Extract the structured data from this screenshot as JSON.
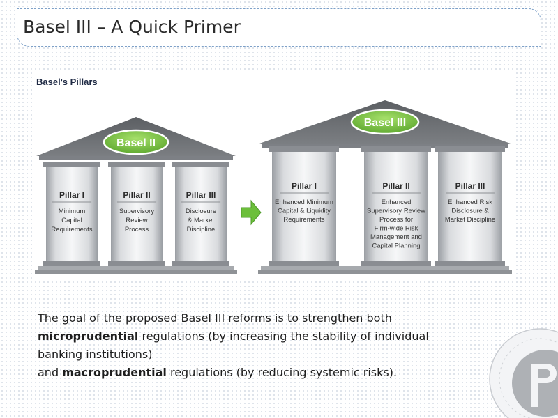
{
  "title": "Basel III – A Quick Primer",
  "diagram": {
    "heading": "Basel's Pillars",
    "left_badge": "Basel II",
    "right_badge": "Basel III",
    "left_pillars": [
      {
        "name": "Pillar I",
        "lines": [
          "Minimum",
          "Capital",
          "Requirements"
        ]
      },
      {
        "name": "Pillar II",
        "lines": [
          "Supervisory",
          "Review",
          "Process"
        ]
      },
      {
        "name": "Pillar III",
        "lines": [
          "Disclosure",
          "& Market",
          "Discipline"
        ]
      }
    ],
    "right_pillars": [
      {
        "name": "Pillar I",
        "lines": [
          "Enhanced Minimum",
          "Capital & Liquidity",
          "Requirements"
        ]
      },
      {
        "name": "Pillar II",
        "lines": [
          "Enhanced",
          "Supervisory Review",
          "Process for",
          "Firm-wide Risk",
          "Management and",
          "Capital Planning"
        ]
      },
      {
        "name": "Pillar III",
        "lines": [
          "Enhanced Risk",
          "Disclosure &",
          "Market Discipline"
        ]
      }
    ]
  },
  "body": {
    "p1": "The goal of the proposed Basel III reforms is to strengthen both",
    "micro": "microprudential",
    "p2": " regulations (by increasing the stability of individual banking institutions)",
    "p3": "and ",
    "macro": "macroprudential",
    "p4": " regulations (by reducing systemic risks)."
  },
  "colors": {
    "roof": "#6b6e72",
    "badge": "#7cc242",
    "arrow": "#6cbf3b",
    "title_border": "#7da0c8"
  }
}
